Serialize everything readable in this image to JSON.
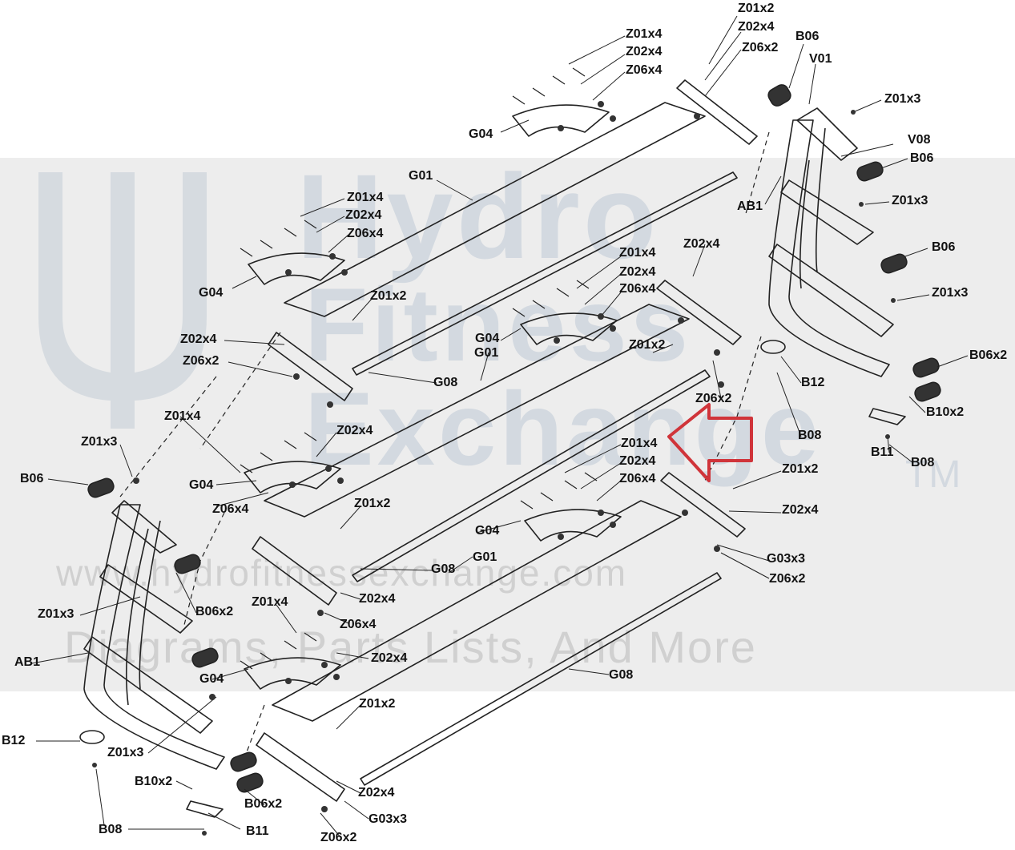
{
  "watermark": {
    "line1": "Hydro",
    "line2": "Fitness",
    "line3": "Exchange",
    "tm": "TM",
    "url": "www.hydrofitnessexchange.com",
    "tagline": "Diagrams, Parts Lists, And More"
  },
  "labels": [
    "Z01x2",
    "Z02x4",
    "Z06x2",
    "B06",
    "V01",
    "Z01x4",
    "Z02x4",
    "Z06x4",
    "Z01x3",
    "G04",
    "V08",
    "B06",
    "G01",
    "AB1",
    "Z01x3",
    "Z01x4",
    "Z02x4",
    "Z06x4",
    "G04",
    "Z02x4",
    "B06",
    "Z01x4",
    "Z02x4",
    "Z06x4",
    "Z01x3",
    "Z01x2",
    "G04",
    "G01",
    "Z02x4",
    "Z01x2",
    "Z06x2",
    "B06x2",
    "G08",
    "B12",
    "Z06x2",
    "B10x2",
    "Z01x4",
    "Z02x4",
    "Z01x4",
    "B08",
    "Z02x4",
    "Z06x4",
    "B11",
    "B08",
    "Z01x3",
    "B06",
    "G04",
    "Z06x4",
    "Z01x2",
    "Z02x4",
    "Z01x2",
    "G04",
    "G03x3",
    "G01",
    "G08",
    "Z06x2",
    "Z01x3",
    "B06x2",
    "Z02x4",
    "Z01x4",
    "Z06x4",
    "AB1",
    "Z02x4",
    "G04",
    "G08",
    "Z01x2",
    "B12",
    "Z01x3",
    "B10x2",
    "Z02x4",
    "B06x2",
    "G03x3",
    "B08",
    "B11",
    "Z06x2"
  ],
  "callout_arrow_color": "#d0343a"
}
